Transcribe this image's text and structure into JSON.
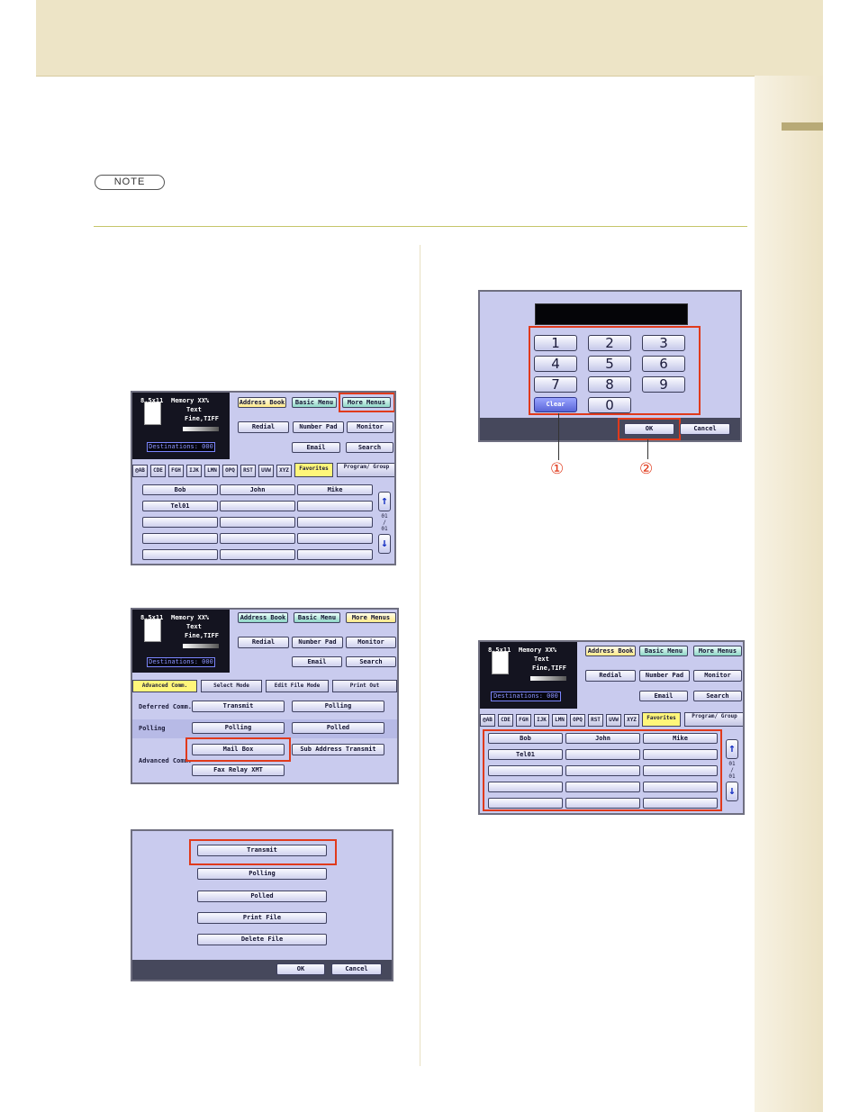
{
  "note_label": "NOTE",
  "common": {
    "paper": "8.5x11",
    "memory": "Memory XX%",
    "mode_text": "Text",
    "mode_res": "Fine,TIFF",
    "destinations": "Destinations: 000",
    "top_tabs": [
      "Address Book",
      "Basic Menu",
      "More Menus"
    ],
    "mid_buttons": [
      "Redial",
      "Number Pad",
      "Monitor"
    ],
    "email": "Email",
    "search": "Search",
    "index_tabs": [
      "@AB",
      "CDE",
      "FGH",
      "IJK",
      "LMN",
      "OPQ",
      "RST",
      "UVW",
      "XYZ",
      "Favorites",
      "Program/ Group"
    ],
    "fav_cells": [
      "Bob",
      "John",
      "Mike",
      "Tel01"
    ],
    "page_indicator": [
      "01",
      "/",
      "01"
    ]
  },
  "screen2": {
    "tabs": [
      "Advanced Comm.",
      "Select Mode",
      "Edit File Mode",
      "Print Out"
    ],
    "rows": [
      {
        "label": "Deferred Comm.",
        "buttons": [
          "Transmit",
          "Polling"
        ]
      },
      {
        "label": "Polling",
        "buttons": [
          "Polling",
          "Polled"
        ]
      },
      {
        "label": "Advanced Comm.",
        "buttons": [
          "Mail Box",
          "Sub Address Transmit",
          "Fax Relay XMT"
        ]
      }
    ]
  },
  "screen3": {
    "buttons": [
      "Transmit",
      "Polling",
      "Polled",
      "Print File",
      "Delete File"
    ],
    "ok": "OK",
    "cancel": "Cancel"
  },
  "keypad": {
    "keys": [
      "1",
      "2",
      "3",
      "4",
      "5",
      "6",
      "7",
      "8",
      "9",
      "0"
    ],
    "clear": "Clear",
    "ok": "OK",
    "cancel": "Cancel",
    "callout1": "①",
    "callout2": "②"
  },
  "colors": {
    "header_band": "#ede4c6",
    "highlight": "#e03a1c",
    "screen_bg": "#c9cbee",
    "active_tab": "#fff67a"
  }
}
